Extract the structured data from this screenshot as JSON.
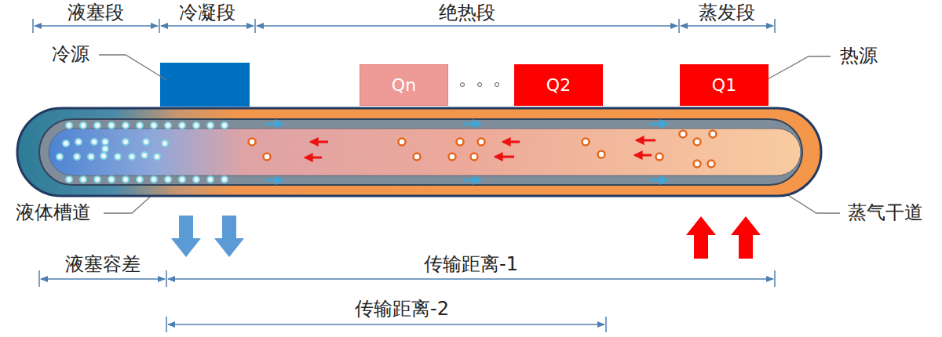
{
  "diagram": {
    "nodes": [
      {
        "text": [
          "Qn"
        ]
      },
      {
        "text": [
          "Q2"
        ]
      },
      {
        "text": [
          "Q1"
        ]
      }
    ],
    "labels": [
      "液塞段",
      "冷凝段",
      "绝热段",
      "蒸发段",
      "冷源",
      "热源",
      "液体槽道",
      "蒸气干道",
      "液塞容差",
      "传输距离-1",
      "传输距离-2"
    ]
  }
}
